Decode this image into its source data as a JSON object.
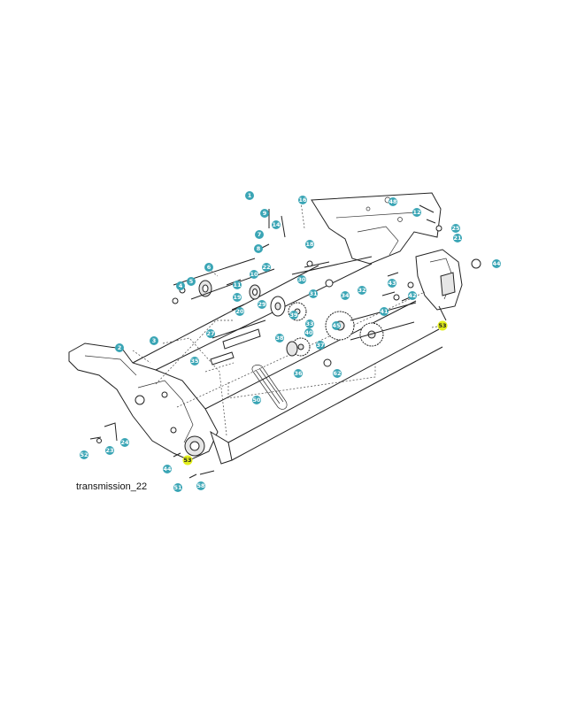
{
  "caption": "transmission_22",
  "colors": {
    "callout": "#3aa5b5",
    "highlight": "#e3ef1c"
  },
  "callouts": [
    {
      "label": "1"
    },
    {
      "label": "9"
    },
    {
      "label": "16"
    },
    {
      "label": "48"
    },
    {
      "label": "12"
    },
    {
      "label": "14"
    },
    {
      "label": "7"
    },
    {
      "label": "25"
    },
    {
      "label": "8"
    },
    {
      "label": "18"
    },
    {
      "label": "22"
    },
    {
      "label": "21"
    },
    {
      "label": "44"
    },
    {
      "label": "6"
    },
    {
      "label": "5"
    },
    {
      "label": "10"
    },
    {
      "label": "11"
    },
    {
      "label": "30"
    },
    {
      "label": "43"
    },
    {
      "label": "4"
    },
    {
      "label": "19"
    },
    {
      "label": "31"
    },
    {
      "label": "34"
    },
    {
      "label": "32"
    },
    {
      "label": "29"
    },
    {
      "label": "20"
    },
    {
      "label": "41"
    },
    {
      "label": "42"
    },
    {
      "label": "39"
    },
    {
      "label": "27"
    },
    {
      "label": "33"
    },
    {
      "label": "37"
    },
    {
      "label": "38"
    },
    {
      "label": "45"
    },
    {
      "label": "40"
    },
    {
      "label": "53"
    },
    {
      "label": "3"
    },
    {
      "label": "2"
    },
    {
      "label": "35"
    },
    {
      "label": "36"
    },
    {
      "label": "62"
    },
    {
      "label": "50"
    },
    {
      "label": "24"
    },
    {
      "label": "23"
    },
    {
      "label": "52"
    },
    {
      "label": "53"
    },
    {
      "label": "44"
    },
    {
      "label": "51"
    },
    {
      "label": "58"
    }
  ]
}
